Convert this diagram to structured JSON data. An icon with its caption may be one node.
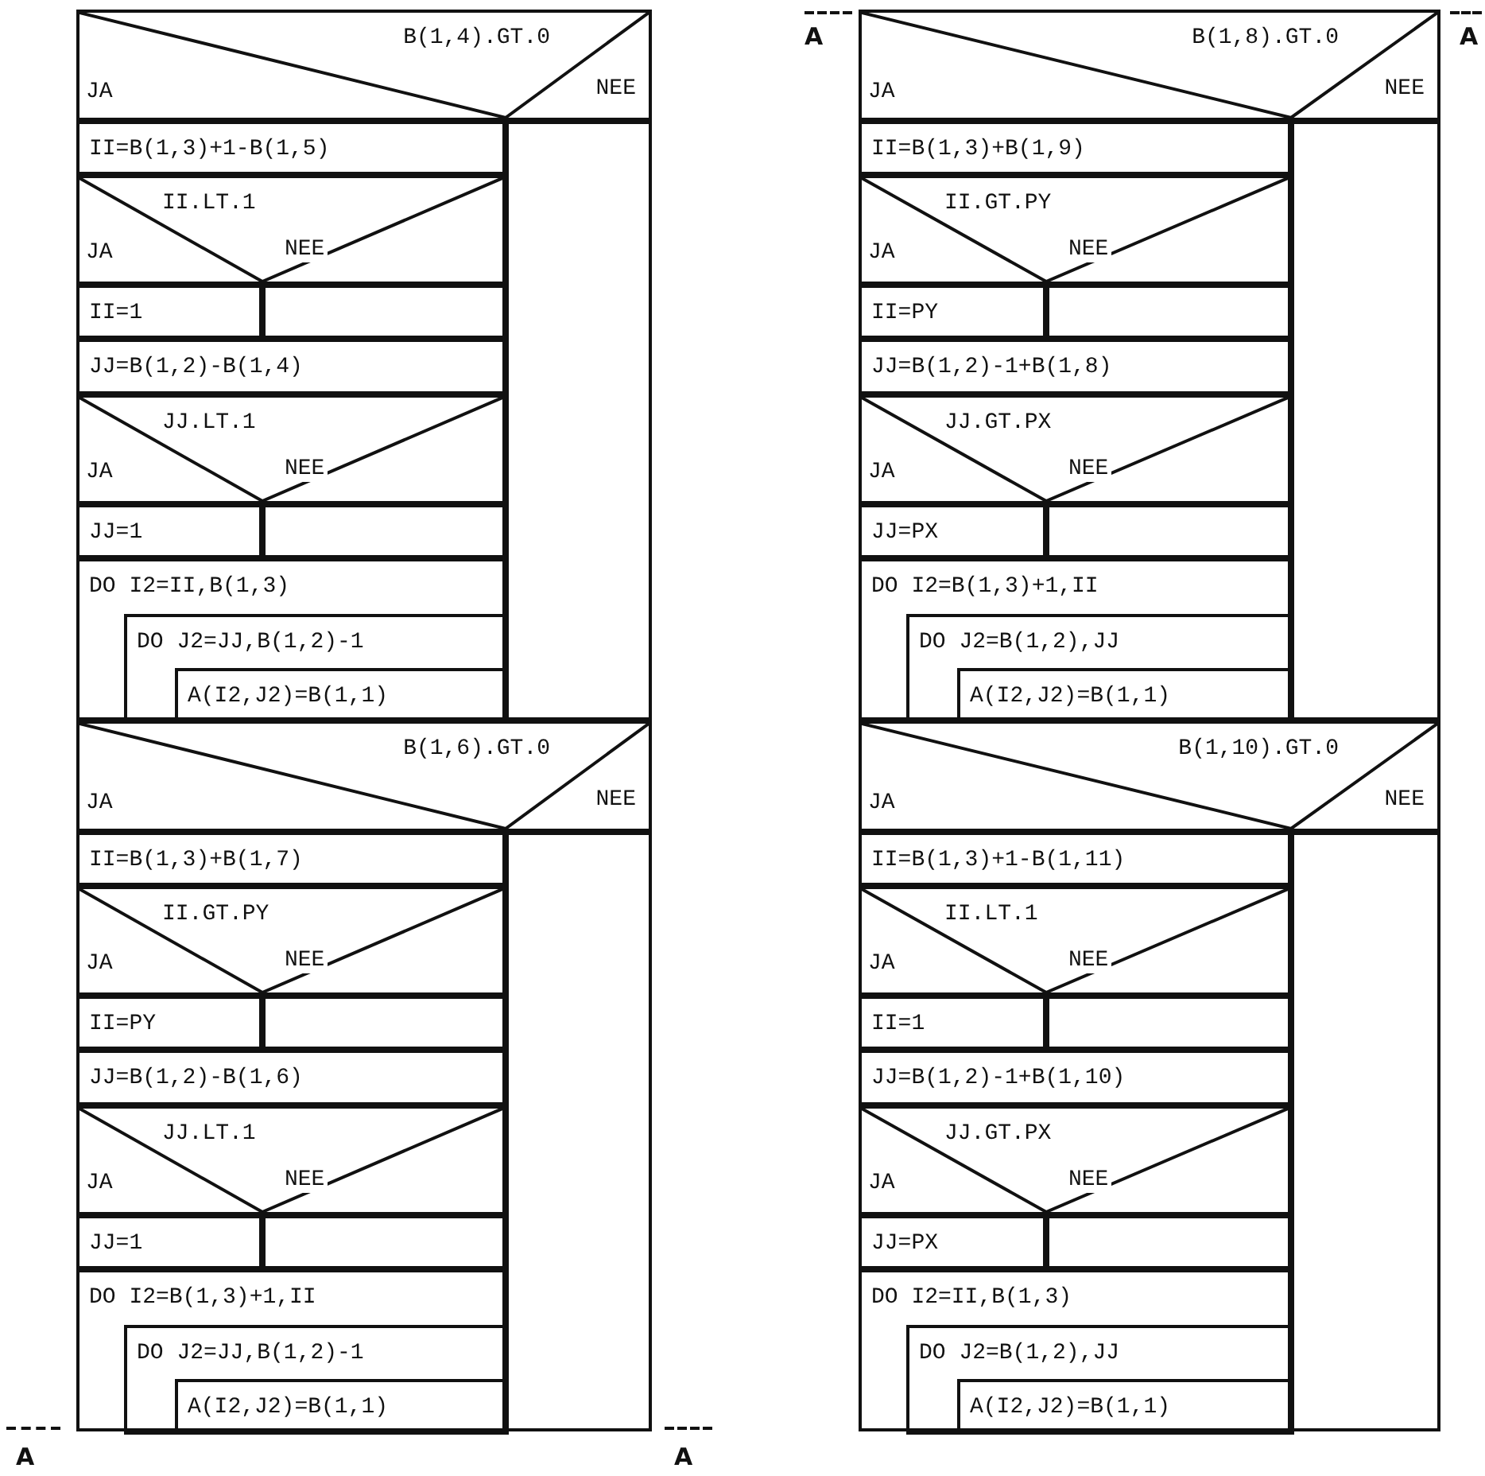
{
  "diagram": {
    "nodes": [
      {
        "text": [
          "B(1,4).GT.0",
          "JA",
          "NEE"
        ]
      },
      {
        "text": [],
        "shape": "box"
      },
      {
        "text": [
          "II=B(1,3)+1-B(1,5)"
        ]
      },
      {
        "text": [
          "II.LT.1",
          "JA",
          "NEE"
        ]
      },
      {
        "text": [
          "II=1"
        ]
      },
      {
        "text": [],
        "shape": "box"
      },
      {
        "text": [
          "JJ=B(1,2)-B(1,4)"
        ]
      },
      {
        "text": [
          "JJ.LT.1",
          "JA",
          "NEE"
        ]
      },
      {
        "text": [
          "JJ=1"
        ]
      },
      {
        "text": [],
        "shape": "box"
      },
      {
        "text": [
          "DO I2=II,B(1,3)"
        ]
      },
      {
        "text": [
          "DO J2=JJ,B(1,2)-1"
        ],
        "in": 10
      },
      {
        "text": [
          "A(I2,J2)=B(1,1)"
        ],
        "in": 11
      },
      {
        "text": [
          "B(1,6).GT.0",
          "JA",
          "NEE"
        ]
      },
      {
        "text": [],
        "shape": "box"
      },
      {
        "text": [
          "II=B(1,3)+B(1,7)"
        ]
      },
      {
        "text": [
          "II.GT.PY",
          "JA",
          "NEE"
        ]
      },
      {
        "text": [
          "II=PY"
        ]
      },
      {
        "text": [],
        "shape": "box"
      },
      {
        "text": [
          "JJ=B(1,2)-B(1,6)"
        ]
      },
      {
        "text": [
          "JJ.LT.1",
          "JA",
          "NEE"
        ]
      },
      {
        "text": [
          "JJ=1"
        ]
      },
      {
        "text": [],
        "shape": "box"
      },
      {
        "text": [
          "DO I2=B(1,3)+1,II"
        ]
      },
      {
        "text": [
          "DO J2=JJ,B(1,2)-1"
        ],
        "in": 23
      },
      {
        "text": [
          "A(I2,J2)=B(1,1)"
        ],
        "in": 24
      },
      {
        "text": [
          "B(1,8).GT.0",
          "JA",
          "NEE"
        ]
      },
      {
        "text": [],
        "shape": "box"
      },
      {
        "text": [
          "II=B(1,3)+B(1,9)"
        ]
      },
      {
        "text": [
          "II.GT.PY",
          "JA",
          "NEE"
        ]
      },
      {
        "text": [
          "II=PY"
        ]
      },
      {
        "text": [],
        "shape": "box"
      },
      {
        "text": [
          "JJ=B(1,2)-1+B(1,8)"
        ]
      },
      {
        "text": [
          "JJ.GT.PX",
          "JA",
          "NEE"
        ]
      },
      {
        "text": [
          "JJ=PX"
        ]
      },
      {
        "text": [],
        "shape": "box"
      },
      {
        "text": [
          "DO I2=B(1,3)+1,II"
        ]
      },
      {
        "text": [
          "DO J2=B(1,2),JJ"
        ],
        "in": 36
      },
      {
        "text": [
          "A(I2,J2)=B(1,1)"
        ],
        "in": 37
      },
      {
        "text": [
          "B(1,10).GT.0",
          "JA",
          "NEE"
        ]
      },
      {
        "text": [],
        "shape": "box"
      },
      {
        "text": [
          "II=B(1,3)+1-B(1,11)"
        ]
      },
      {
        "text": [
          "II.LT.1",
          "JA",
          "NEE"
        ]
      },
      {
        "text": [
          "II=1"
        ]
      },
      {
        "text": [],
        "shape": "box"
      },
      {
        "text": [
          "JJ=B(1,2)-1+B(1,10)"
        ]
      },
      {
        "text": [
          "JJ.GT.PX",
          "JA",
          "NEE"
        ]
      },
      {
        "text": [
          "JJ=PX"
        ]
      },
      {
        "text": [],
        "shape": "box"
      },
      {
        "text": [
          "DO I2=II,B(1,3)"
        ]
      },
      {
        "text": [
          "DO J2=B(1,2),JJ"
        ],
        "in": 49
      },
      {
        "text": [
          "A(I2,J2)=B(1,1)"
        ],
        "in": 50
      }
    ],
    "labels": [
      "A",
      "A",
      "A",
      "A"
    ]
  }
}
